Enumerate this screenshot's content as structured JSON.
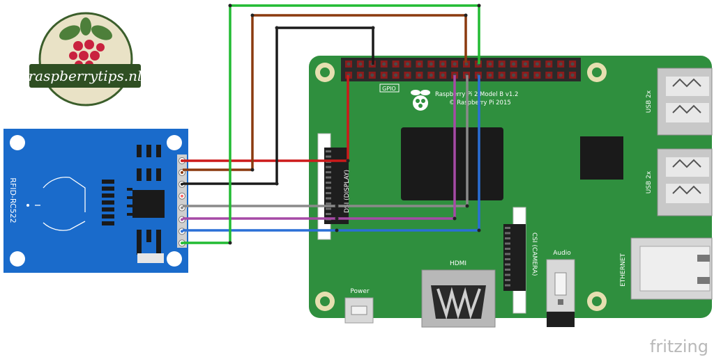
{
  "brand": {
    "logo_text": "raspberrytips.nl"
  },
  "rfid": {
    "label": "RFID-RC522"
  },
  "pi": {
    "model_line1": "Raspberry Pi 2 Model B v1.2",
    "model_line2": "© Raspberry Pi 2015",
    "gpio_label": "GPIO",
    "dsi_label": "DSI (DISPLAY)",
    "csi_label": "CSI (CAMERA)",
    "audio_label": "Audio",
    "hdmi_label": "HDMI",
    "power_label": "Power",
    "usb_label_1": "USB 2x",
    "usb_label_2": "USB 2x",
    "ethernet_label": "ETHERNET"
  },
  "footer": {
    "fritzing": "fritzing"
  },
  "colors": {
    "board_green": "#2f8f3e",
    "rfid_blue": "#1a6bcb",
    "wire_red": "#cc1a1a",
    "wire_brown": "#8b3a0f",
    "wire_black": "#1a1a1a",
    "wire_gray": "#8a8a8a",
    "wire_purple": "#a64aa6",
    "wire_blue": "#2a6fd6",
    "wire_green": "#22bb33"
  }
}
